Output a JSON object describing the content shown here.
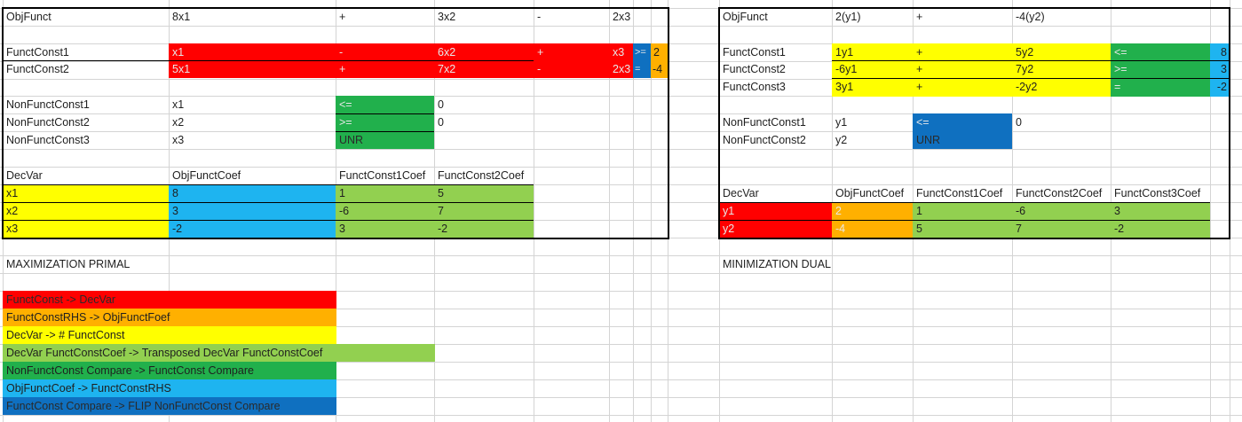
{
  "colors": {
    "red": "#ff0000",
    "orange": "#ffb000",
    "yellow": "#ffff00",
    "lightgreen": "#92d050",
    "green": "#21b04c",
    "cyan": "#1eb4f0",
    "blue": "#0f70c0",
    "gridline": "#d4d4d4"
  },
  "primal": {
    "objfunct": {
      "label": "ObjFunct",
      "t1": "8x1",
      "op1": "+",
      "t2": "3x2",
      "op2": "-",
      "t3": "2x3"
    },
    "fc1": {
      "label": "FunctConst1",
      "t1": "x1",
      "op1": "-",
      "t2": "6x2",
      "op2": "+",
      "t3": "x3",
      "cmp": ">=",
      "rhs": "2"
    },
    "fc2": {
      "label": "FunctConst2",
      "t1": "5x1",
      "op1": "+",
      "t2": "7x2",
      "op2": "-",
      "t3": "2x3",
      "cmp": "=",
      "rhs": "-4"
    },
    "nfc": [
      {
        "label": "NonFunctConst1",
        "var": "x1",
        "cmp": "<=",
        "val": "0"
      },
      {
        "label": "NonFunctConst2",
        "var": "x2",
        "cmp": ">=",
        "val": "0"
      },
      {
        "label": "NonFunctConst3",
        "var": "x3",
        "cmp": "UNR",
        "val": ""
      }
    ],
    "decvar_header": [
      "DecVar",
      "ObjFunctCoef",
      "FunctConst1Coef",
      "FunctConst2Coef"
    ],
    "decvar_rows": [
      [
        "x1",
        "8",
        "1",
        "5"
      ],
      [
        "x2",
        "3",
        "-6",
        "7"
      ],
      [
        "x3",
        "-2",
        "3",
        "-2"
      ]
    ],
    "title": "MAXIMIZATION PRIMAL"
  },
  "dual": {
    "objfunct": {
      "label": "ObjFunct",
      "t1": "2(y1)",
      "op1": "+",
      "t2": "-4(y2)"
    },
    "fc": [
      {
        "label": "FunctConst1",
        "t1": "1y1",
        "op": "+",
        "t2": "5y2",
        "cmp": "<=",
        "rhs": "8"
      },
      {
        "label": "FunctConst2",
        "t1": "-6y1",
        "op": "+",
        "t2": "7y2",
        "cmp": ">=",
        "rhs": "3"
      },
      {
        "label": "FunctConst3",
        "t1": "3y1",
        "op": "+",
        "t2": "-2y2",
        "cmp": "=",
        "rhs": "-2"
      }
    ],
    "nfc": [
      {
        "label": "NonFunctConst1",
        "var": "y1",
        "cmp": "<=",
        "val": "0"
      },
      {
        "label": "NonFunctConst2",
        "var": "y2",
        "cmp": "UNR",
        "val": ""
      }
    ],
    "decvar_header": [
      "DecVar",
      "ObjFunctCoef",
      "FunctConst1Coef",
      "FunctConst2Coef",
      "FunctConst3Coef"
    ],
    "decvar_rows": [
      [
        "y1",
        "2",
        "1",
        "-6",
        "3"
      ],
      [
        "y2",
        "-4",
        "5",
        "7",
        "-2"
      ]
    ],
    "title": "MINIMIZATION DUAL"
  },
  "legend": [
    {
      "text": "FunctConst -> DecVar",
      "color": "red"
    },
    {
      "text": "FunctConstRHS -> ObjFunctFoef",
      "color": "orange"
    },
    {
      "text": "DecVar -> # FunctConst",
      "color": "yellow"
    },
    {
      "text": "DecVar FunctConstCoef -> Transposed DecVar FunctConstCoef",
      "color": "lightgreen"
    },
    {
      "text": "NonFunctConst Compare -> FunctConst Compare",
      "color": "green"
    },
    {
      "text": "ObjFunctCoef -> FunctConstRHS",
      "color": "cyan"
    },
    {
      "text": "FunctConst Compare -> FLIP NonFunctConst Compare",
      "color": "blue"
    }
  ]
}
